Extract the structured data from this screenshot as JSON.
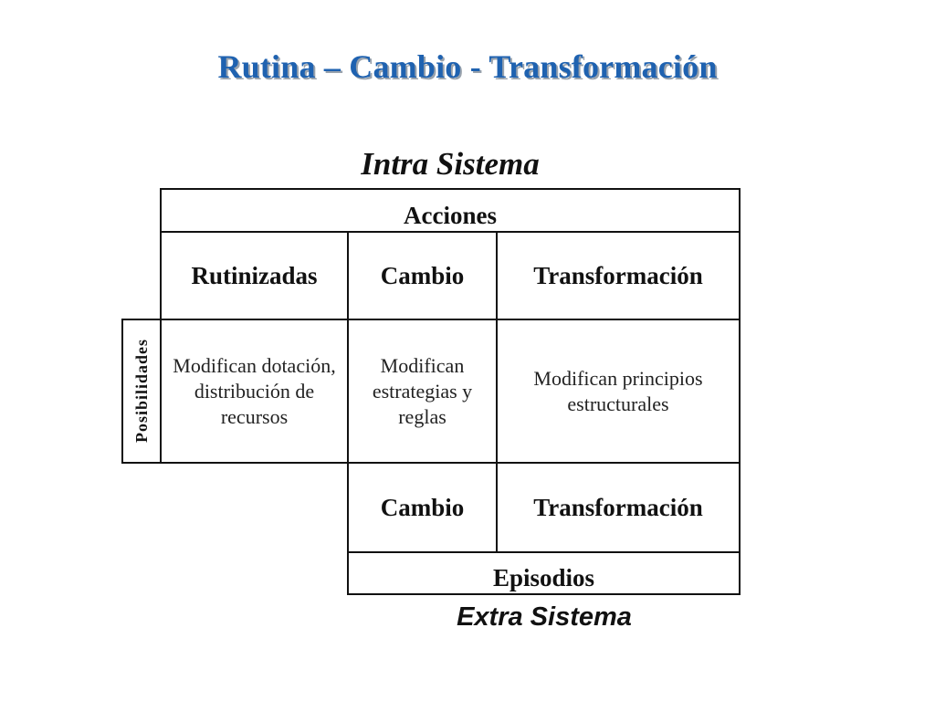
{
  "title": "Rutina – Cambio - Transformación",
  "top_label": "Intra Sistema",
  "bottom_label": "Extra Sistema",
  "table": {
    "acciones_header": "Acciones",
    "columns": [
      "Rutinizadas",
      "Cambio",
      "Transformación"
    ],
    "row_label": "Posibilidades",
    "descriptions": [
      "Modifican dotación, distribución de recursos",
      "Modifican estrategias y reglas",
      "Modifican  principios estructurales"
    ],
    "bottom_columns": [
      "Cambio",
      "Transformación"
    ],
    "episodios_header": "Episodios"
  }
}
